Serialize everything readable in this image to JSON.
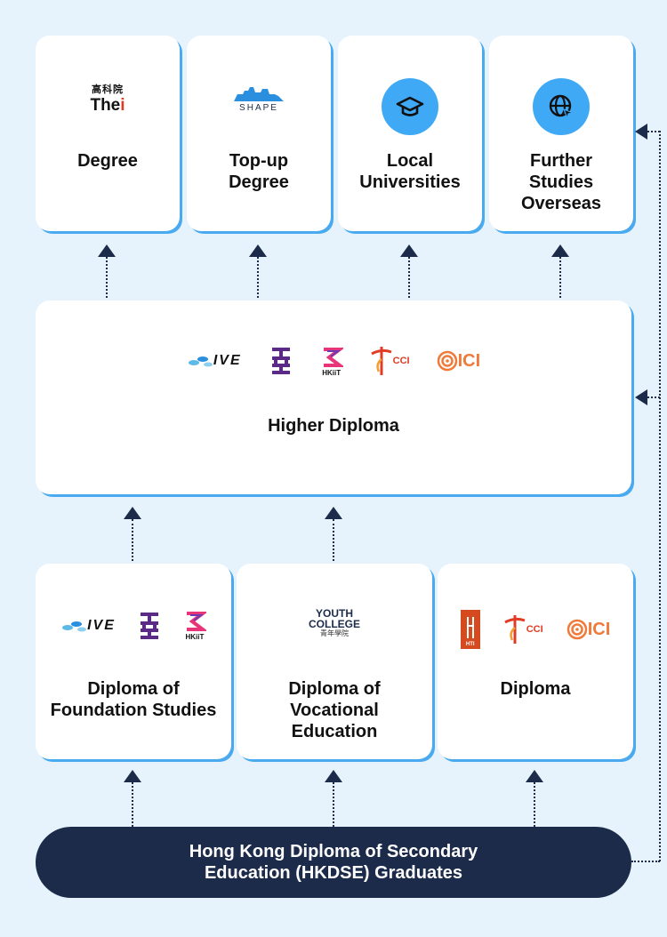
{
  "top_row": [
    {
      "title": "Degree",
      "icon": "thei-logo",
      "logo_text_cn": "高科院",
      "logo_text_en": "The",
      "logo_text_accent": "i"
    },
    {
      "title": "Top-up\nDegree",
      "icon": "shape-logo",
      "logo_text": "SHAPE"
    },
    {
      "title": "Local\nUniversities",
      "icon": "graduation-cap-icon"
    },
    {
      "title": "Further\nStudies\nOverseas",
      "icon": "globe-cursor-icon"
    }
  ],
  "higher_diploma": {
    "title": "Higher Diploma",
    "logos": [
      "IVE",
      "HKDI",
      "HKiiT",
      "CCI",
      "ICI"
    ],
    "ive_text": "IVE",
    "hkiit_text": "HKiiT",
    "cci_text": "CCI",
    "ici_text": "ICI"
  },
  "bottom_row": [
    {
      "title": "Diploma of\nFoundation Studies",
      "logos": [
        "IVE",
        "HKDI",
        "HKiiT"
      ]
    },
    {
      "title": "Diploma of\nVocational\nEducation",
      "logos": [
        "Youth College"
      ],
      "yc_line1": "YOUTH",
      "yc_line2": "COLLEGE",
      "yc_line3": "青年學院"
    },
    {
      "title": "Diploma",
      "logos": [
        "HTI",
        "CCI",
        "ICI"
      ],
      "hti_text": "HTI"
    }
  ],
  "base": {
    "title": "Hong Kong Diploma of Secondary\nEducation (HKDSE) Graduates"
  },
  "colors": {
    "background": "#e6f3fc",
    "card": "#ffffff",
    "accent": "#4aaaf0",
    "navy": "#1c2b4a",
    "icon_circle": "#3fa9f5"
  }
}
